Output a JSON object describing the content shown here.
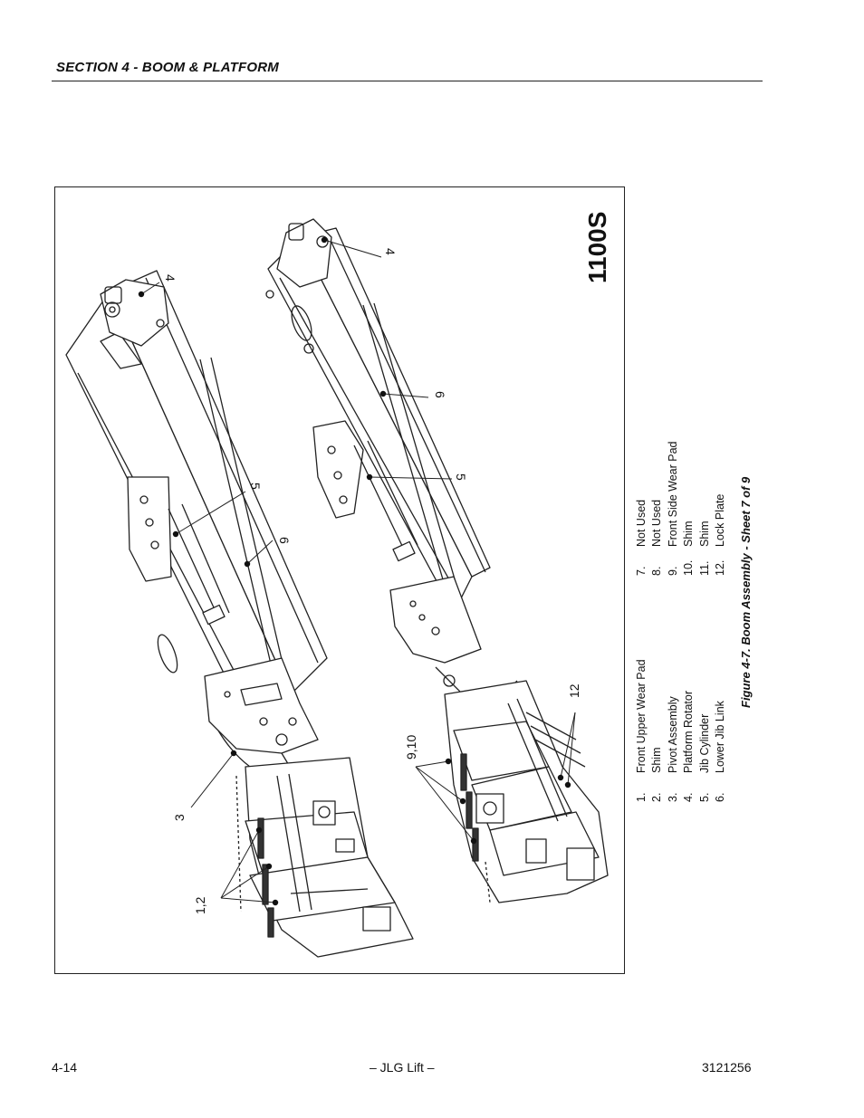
{
  "header": {
    "section_title": "SECTION 4 - BOOM & PLATFORM"
  },
  "figure": {
    "model_label": "1100S",
    "caption": "Figure 4-7.   Boom Assembly - Sheet 7 of 9",
    "callouts": {
      "c_1_2": "1,2",
      "c_3": "3",
      "c_4a": "4",
      "c_5a": "5",
      "c_6a": "6",
      "c_4b": "4",
      "c_6b": "6",
      "c_5b": "5",
      "c_9_10": "9,10",
      "c_12": "12"
    },
    "legend_left": [
      {
        "num": "1.",
        "label": "Front Upper Wear Pad"
      },
      {
        "num": "2.",
        "label": "Shim"
      },
      {
        "num": "3.",
        "label": "Pivot Assembly"
      },
      {
        "num": "4.",
        "label": "Platform Rotator"
      },
      {
        "num": "5.",
        "label": "Jib Cylinder"
      },
      {
        "num": "6.",
        "label": "Lower Jib Link"
      }
    ],
    "legend_right": [
      {
        "num": "7.",
        "label": "Not Used"
      },
      {
        "num": "8.",
        "label": "Not Used"
      },
      {
        "num": "9.",
        "label": "Front Side Wear Pad"
      },
      {
        "num": "10.",
        "label": "Shim"
      },
      {
        "num": "11.",
        "label": "Shim"
      },
      {
        "num": "12.",
        "label": "Lock Plate"
      }
    ]
  },
  "footer": {
    "page_number": "4-14",
    "publisher": "– JLG Lift –",
    "doc_number": "3121256"
  }
}
